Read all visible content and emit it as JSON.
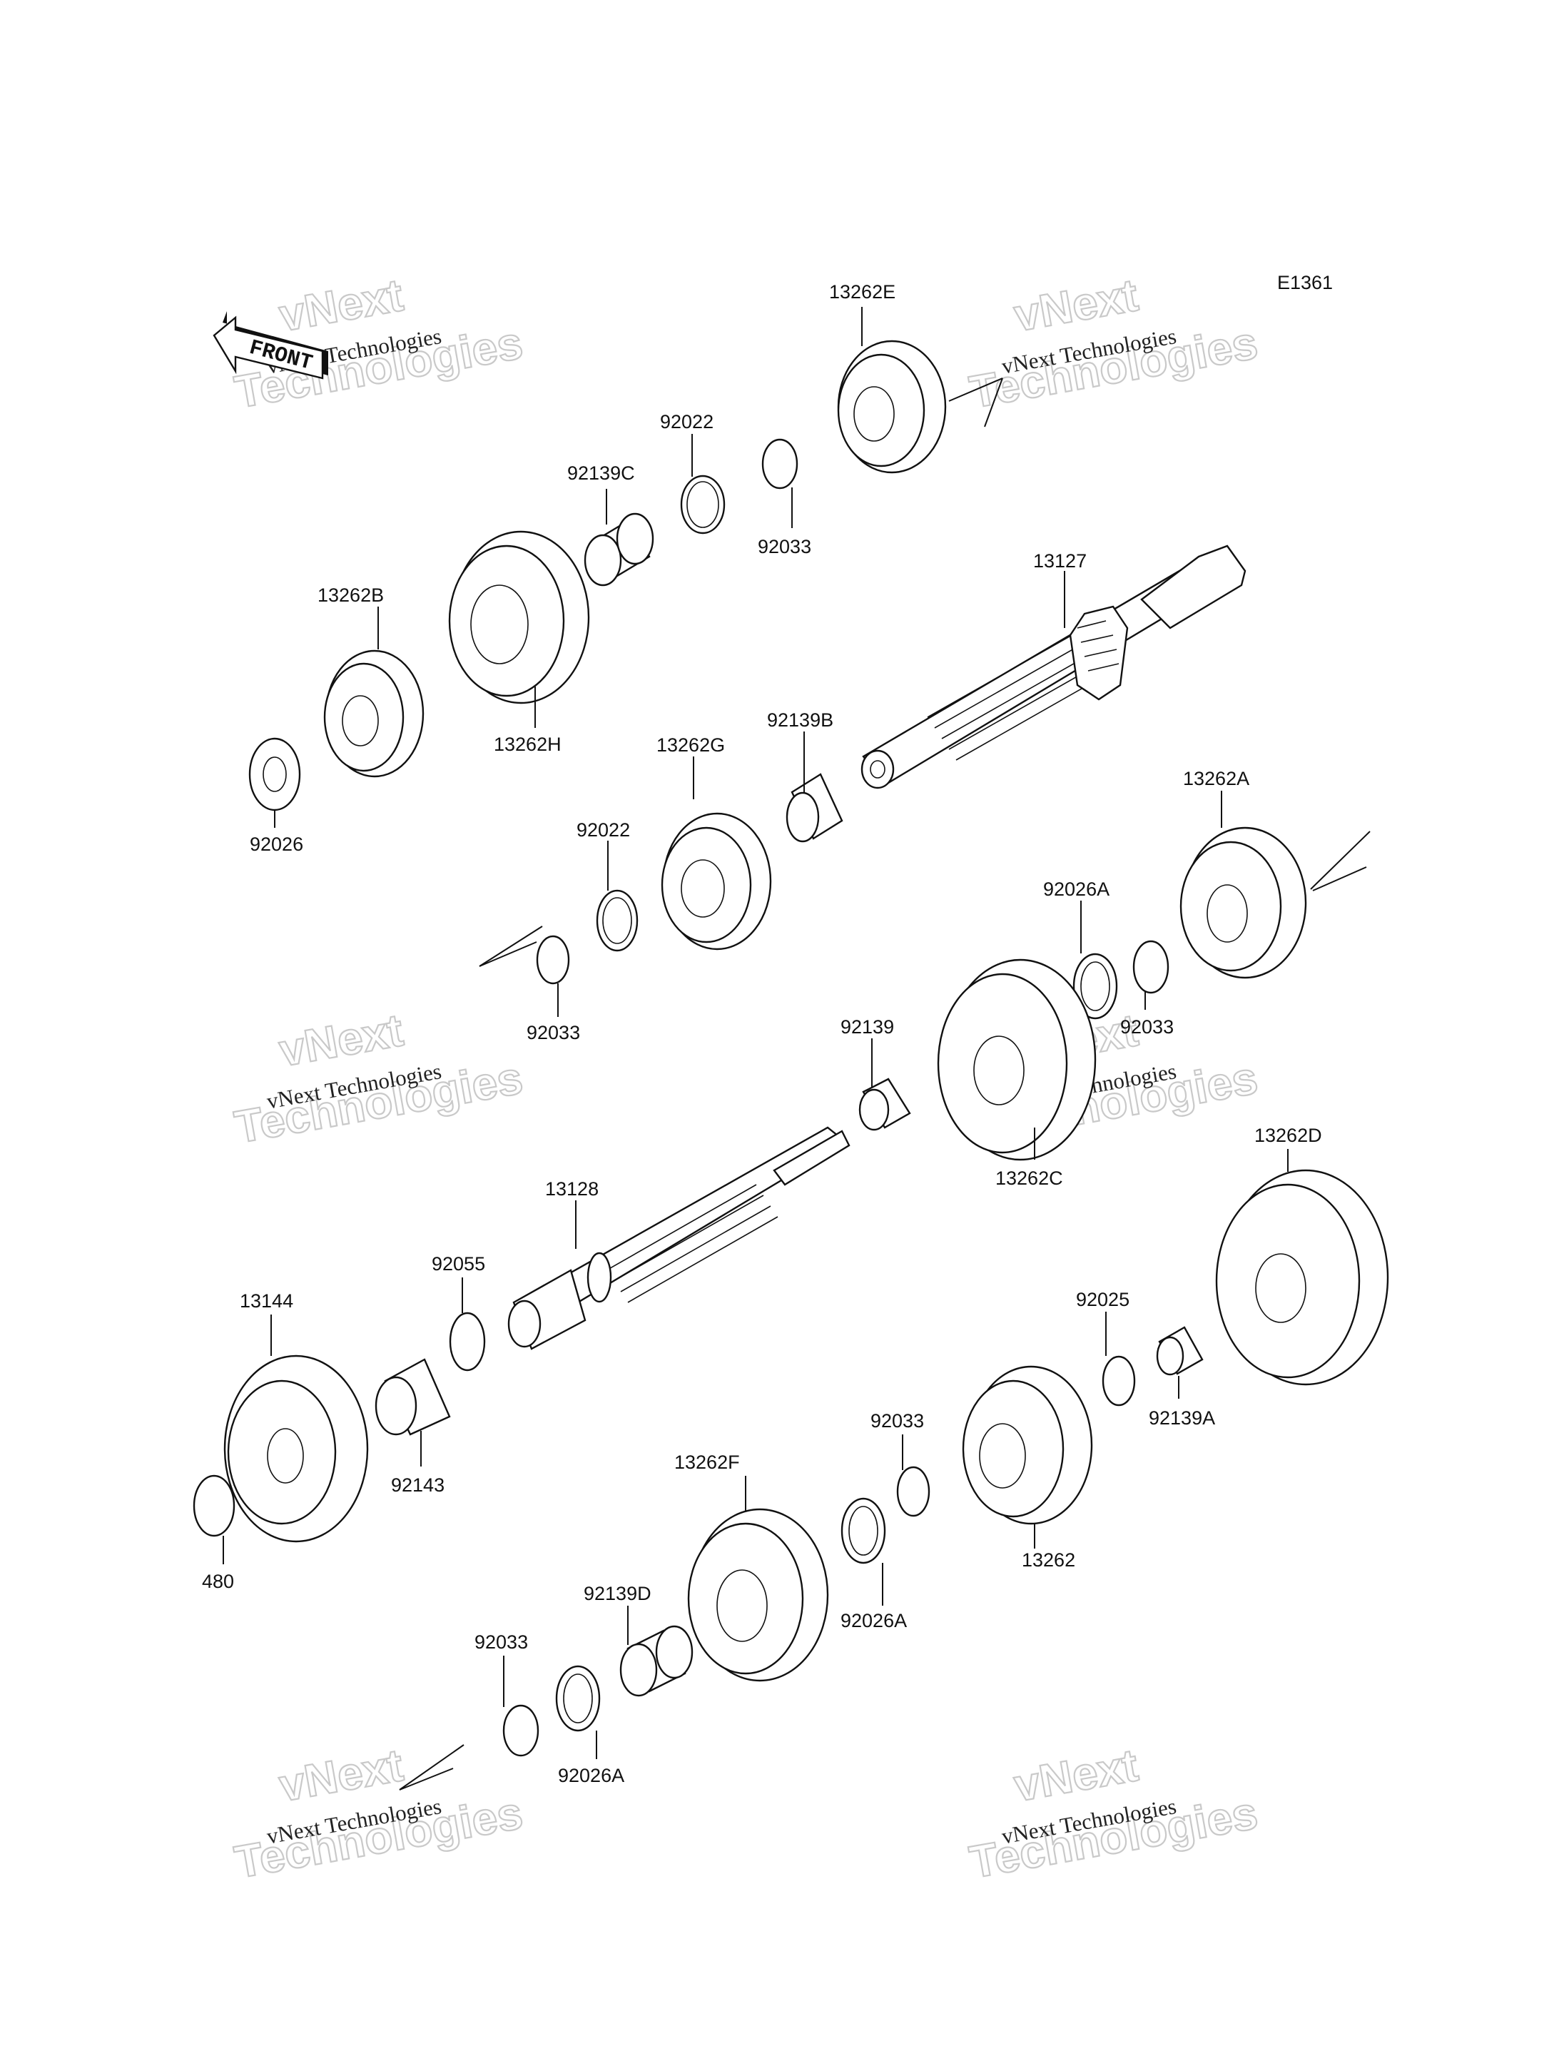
{
  "diagram_code": "E1361",
  "front_label": "FRONT",
  "watermark": {
    "line1": "vNext Technologies",
    "line2": "vNext",
    "line3": "Technologies"
  },
  "parts": {
    "p13262E": "13262E",
    "p92022_top": "92022",
    "p92139C": "92139C",
    "p92033_top": "92033",
    "p13127": "13127",
    "p13262B": "13262B",
    "p13262H": "13262H",
    "p92026": "92026",
    "p13262G": "13262G",
    "p92139B": "92139B",
    "p92022_mid": "92022",
    "p92033_mid": "92033",
    "p13262A": "13262A",
    "p92026A_right": "92026A",
    "p92033_right": "92033",
    "p92139": "92139",
    "p13262C": "13262C",
    "p13128": "13128",
    "p13262D": "13262D",
    "p92055": "92055",
    "p13144": "13144",
    "p92143": "92143",
    "p480": "480",
    "p92025": "92025",
    "p92139A": "92139A",
    "p92033_low": "92033",
    "p13262F": "13262F",
    "p13262": "13262",
    "p92026A_low": "92026A",
    "p92139D": "92139D",
    "p92033_bottom": "92033",
    "p92026A_bottom": "92026A"
  }
}
